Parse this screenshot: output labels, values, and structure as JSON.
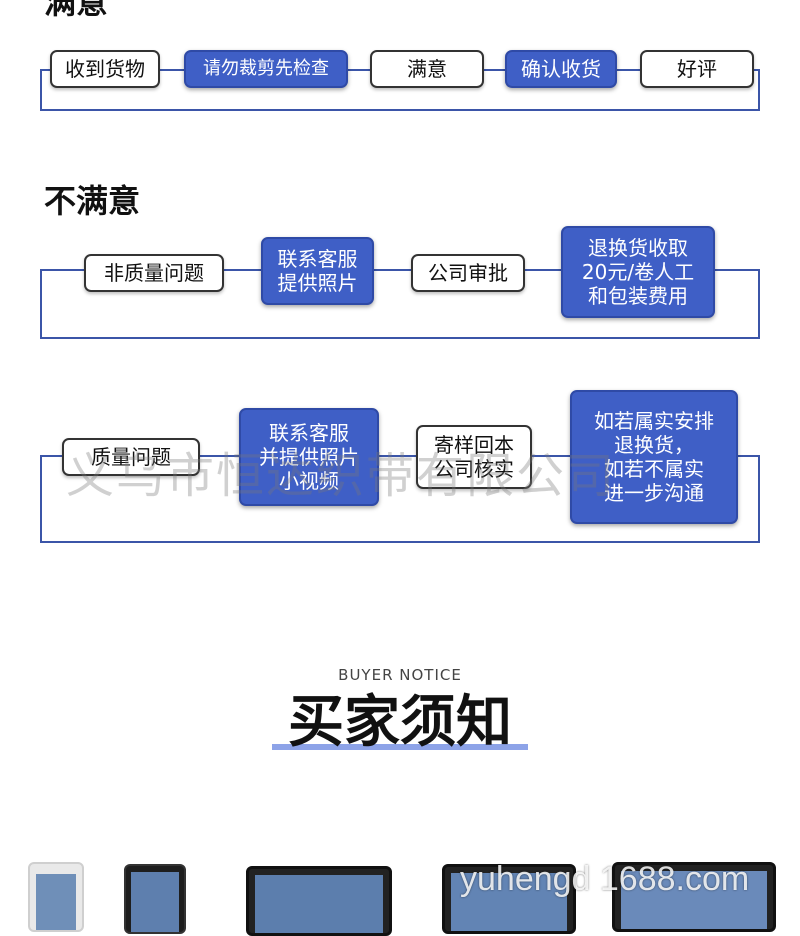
{
  "sections": {
    "satisfied": {
      "heading": "满意",
      "steps": [
        "收到货物",
        "请勿裁剪先检查",
        "满意",
        "确认收货",
        "好评"
      ]
    },
    "unsatisfied": {
      "heading": "不满意",
      "row1": [
        "非质量问题",
        "联系客服\n提供照片",
        "公司审批",
        "退换货收取\n20元/卷人工\n和包装费用"
      ],
      "row2": [
        "质量问题",
        "联系客服\n并提供照片\n小视频",
        "寄样回本\n公司核实",
        "如若属实安排\n退换货，\n如若不属实\n进一步沟通"
      ]
    }
  },
  "notice": {
    "subtitle_en": "BUYER NOTICE",
    "title": "买家须知"
  },
  "watermark": {
    "company": "义乌市恒达织带有限公司",
    "site": "yuhengd 1688.com"
  },
  "colors": {
    "accent": "#3f5fc6",
    "line": "#3b55a8"
  }
}
